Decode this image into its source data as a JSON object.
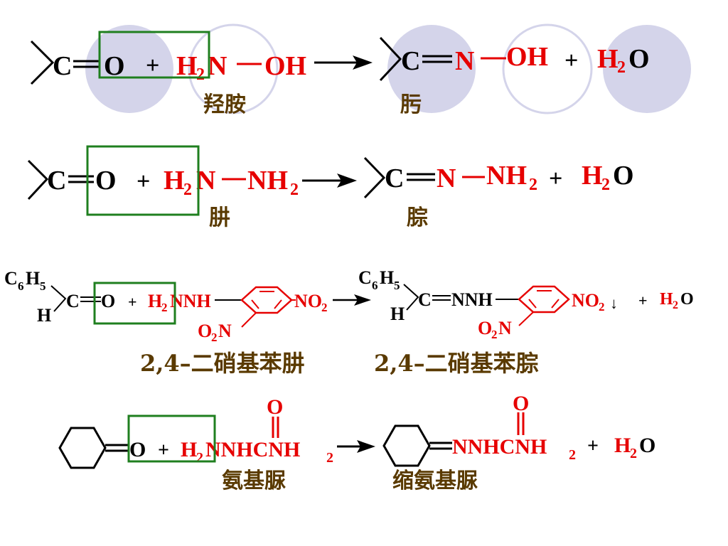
{
  "row1": {
    "reactant_a": "C",
    "reactant_a_o": "O",
    "plus_1": "+",
    "reagent_h": "H",
    "reagent_h_sub": "2",
    "reagent_n": "N",
    "reagent_oh": "OH",
    "product_c": "C",
    "product_n": "N",
    "product_oh": "OH",
    "plus_2": "+",
    "water_h": "H",
    "water_sub": "2",
    "water_o": "O",
    "reagent_name": "羟胺",
    "product_name": "肟"
  },
  "row2": {
    "reactant_a": "C",
    "reactant_a_o": "O",
    "plus_1": "+",
    "reagent_h": "H",
    "reagent_h_sub": "2",
    "reagent_n": "N",
    "reagent_nh": "NH",
    "reagent_nh_sub": "2",
    "product_c": "C",
    "product_n": "N",
    "product_nh": "NH",
    "product_nh_sub": "2",
    "plus_2": "+",
    "water_h": "H",
    "water_sub": "2",
    "water_o": "O",
    "reagent_name": "肼",
    "product_name": "腙"
  },
  "row3": {
    "c6": "C",
    "c6_sub": "6",
    "h5": "H",
    "h5_sub": "5",
    "h": "H",
    "c": "C",
    "o": "O",
    "plus_1": "+",
    "reagent_h": "H",
    "reagent_h_sub": "2",
    "reagent_nnh": "NNH",
    "no2": "NO",
    "no2_sub": "2",
    "o2n": "O",
    "o2n_sub": "2",
    "o2n_n": "N",
    "prod_c6": "C",
    "prod_c6_sub": "6",
    "prod_h5": "H",
    "prod_h5_sub": "5",
    "prod_h": "H",
    "prod_c": "C",
    "prod_nnh": "NNH",
    "prod_no2": "NO",
    "prod_no2_sub": "2",
    "prod_o2n": "O",
    "prod_o2n_sub": "2",
    "prod_o2n_n": "N",
    "precip": "↓",
    "plus_2": "+",
    "water_h": "H",
    "water_sub": "2",
    "water_o": "O",
    "reagent_name": "2,4–二硝基苯肼",
    "product_name": "2,4–二硝基苯腙"
  },
  "row4": {
    "o_ketone": "O",
    "plus_1": "+",
    "reagent_h": "H",
    "reagent_h_sub": "2",
    "reagent_chain": "NNHCNH",
    "reagent_chain_sub": "2",
    "reagent_carbonyl_o": "O",
    "product_chain": "NNHCNH",
    "product_chain_sub": "2",
    "product_carbonyl_o": "O",
    "plus_2": "+",
    "water_h": "H",
    "water_sub": "2",
    "water_o": "O",
    "reagent_name": "氨基脲",
    "product_name": "缩氨基脲"
  }
}
